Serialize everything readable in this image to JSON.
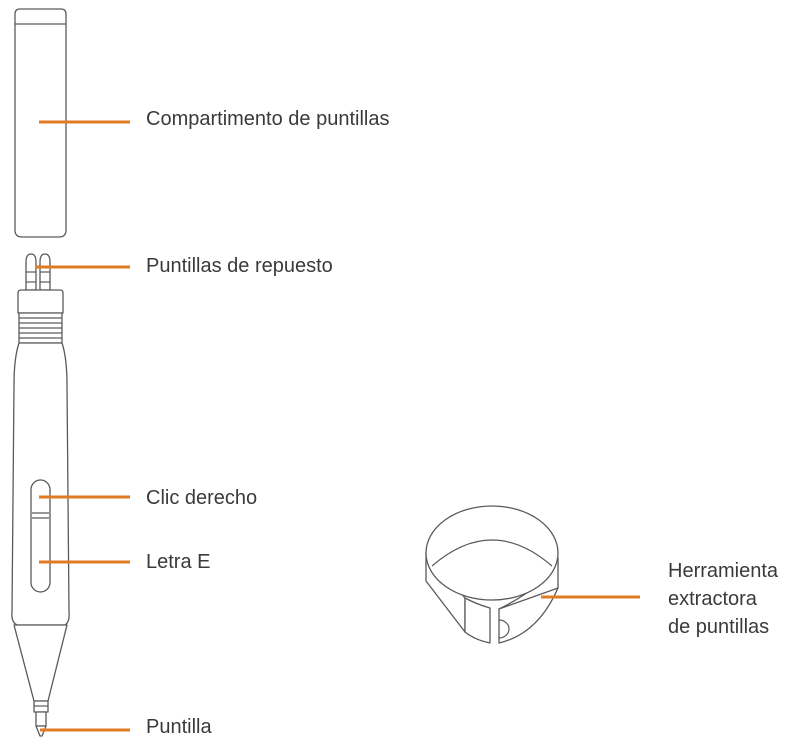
{
  "colors": {
    "leader": "#e07b22",
    "outline": "#5a5a5a",
    "text": "#3a3a3a"
  },
  "labels": {
    "nib_compartment": "Compartimento de puntillas",
    "spare_nibs": "Puntillas de repuesto",
    "right_click": "Clic derecho",
    "letter_e": "Letra E",
    "nib": "Puntilla",
    "extractor": [
      "Herramienta",
      "extractora",
      "de puntillas"
    ]
  }
}
